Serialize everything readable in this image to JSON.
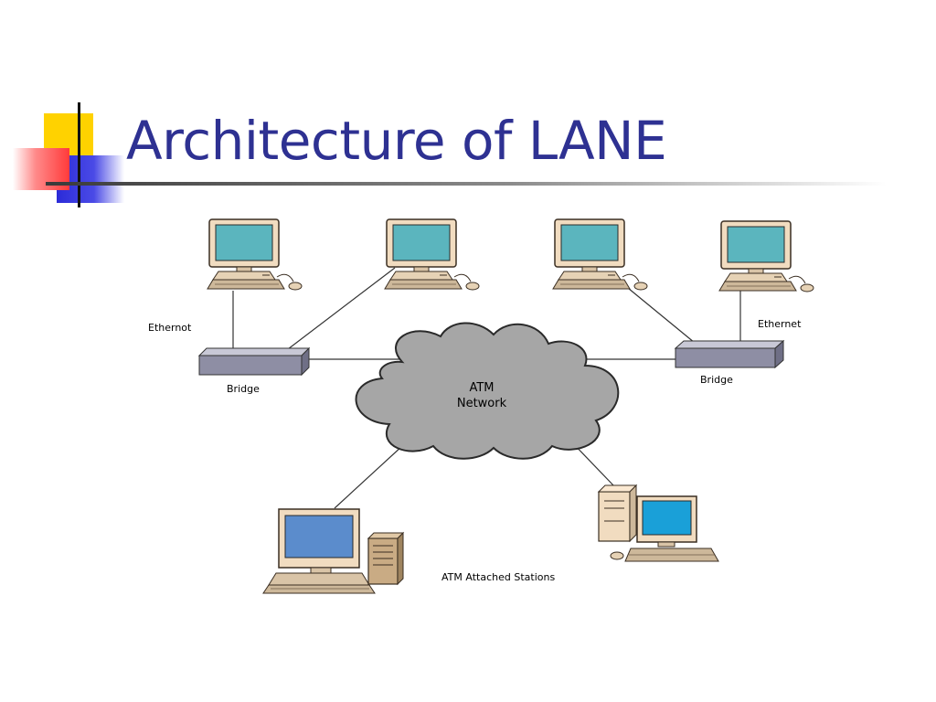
{
  "slide": {
    "title": "Architecture of LANE"
  },
  "diagram": {
    "network_label_line1": "ATM",
    "network_label_line2": "Network",
    "left_bridge_label": "Bridge",
    "right_bridge_label": "Bridge",
    "left_lan_label": "Ethernot",
    "right_lan_label": "Ethernet",
    "stations_label": "ATM Attached Stations"
  },
  "colors": {
    "title": "#2e3192",
    "cloud": "#a6a6a6",
    "screen": "#5bb5be",
    "bridge": "#8e8ea4"
  },
  "icons": [
    "desktop-computer-icon",
    "bridge-device-icon",
    "atm-cloud-icon",
    "workstation-tower-icon"
  ]
}
